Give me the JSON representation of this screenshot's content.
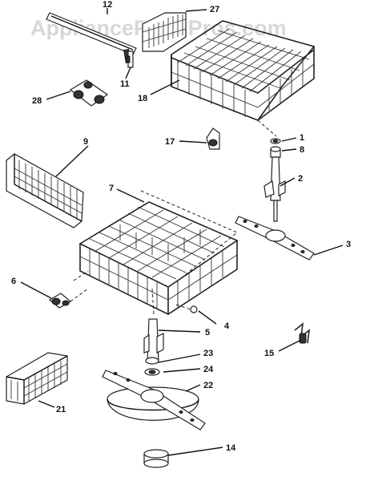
{
  "watermark": "AppliancePartsPros.com",
  "labels": {
    "p12": "12",
    "p27": "27",
    "p11": "11",
    "p18": "18",
    "p28": "28",
    "p17": "17",
    "p1": "1",
    "p8": "8",
    "p9": "9",
    "p2": "2",
    "p7": "7",
    "p3": "3",
    "p6": "6",
    "p4": "4",
    "p5": "5",
    "p23": "23",
    "p24": "24",
    "p22": "22",
    "p15": "15",
    "p21": "21",
    "p14": "14"
  }
}
